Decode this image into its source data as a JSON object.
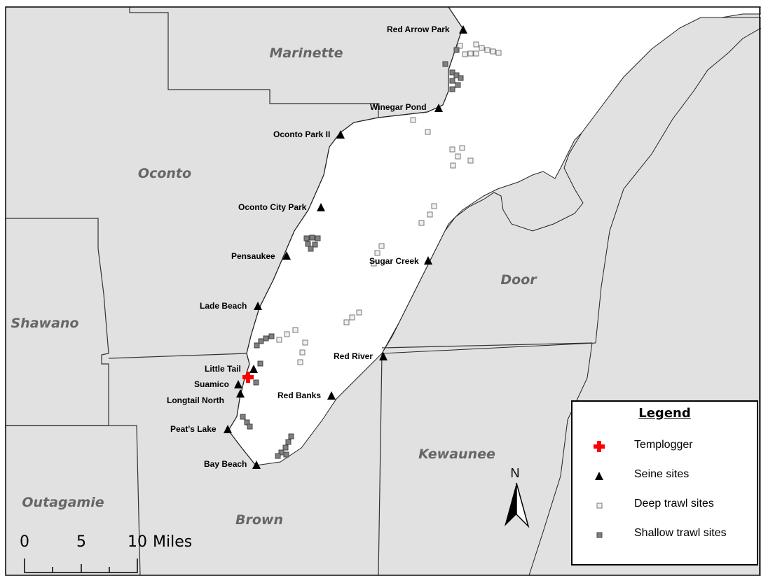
{
  "counties": {
    "marinette": "Marinette",
    "oconto": "Oconto",
    "shawano": "Shawano",
    "outagamie": "Outagamie",
    "brown": "Brown",
    "door": "Door",
    "kewaunee": "Kewaunee"
  },
  "sites": {
    "red_arrow_park": "Red Arrow Park",
    "winegar_pond": "Winegar Pond",
    "oconto_park_ii": "Oconto Park II",
    "oconto_city_park": "Oconto City Park",
    "pensaukee": "Pensaukee",
    "sugar_creek": "Sugar Creek",
    "lade_beach": "Lade Beach",
    "red_river": "Red River",
    "little_tail": "Little Tail",
    "suamico": "Suamico",
    "longtail_north": "Longtail North",
    "red_banks": "Red Banks",
    "peats_lake": "Peat's Lake",
    "bay_beach": "Bay Beach"
  },
  "legend": {
    "title": "Legend",
    "templogger": "Templogger",
    "seine": "Seine sites",
    "deep": "Deep trawl sites",
    "shallow": "Shallow trawl sites"
  },
  "north_arrow": "N",
  "scale_bar": {
    "ticks": [
      "0",
      "5",
      "10"
    ],
    "unit": "Miles"
  },
  "colors": {
    "land": "#e1e1e1",
    "water": "#ffffff",
    "county_line": "#333333",
    "templogger": "#ff0000",
    "seine": "#000000",
    "deep_trawl_fill": "#f0f0f0",
    "shallow_trawl_fill": "#808080"
  }
}
